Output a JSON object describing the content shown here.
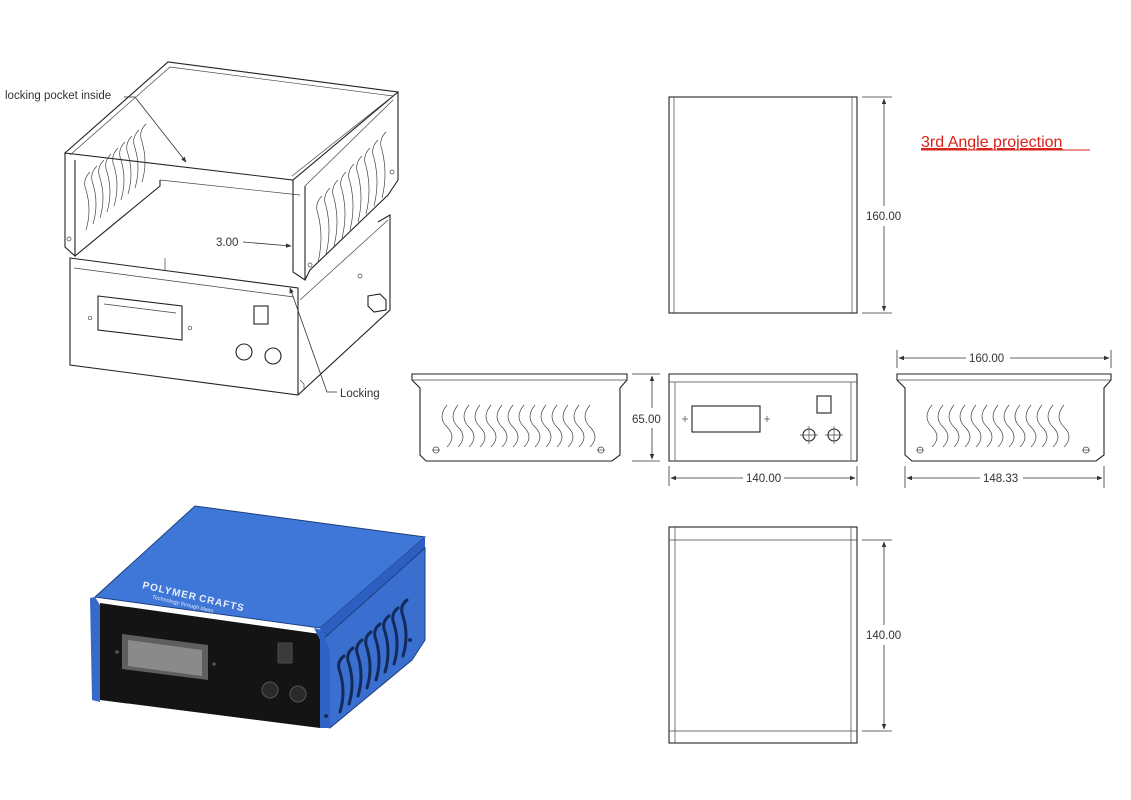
{
  "title": "3rd Angle projection",
  "callouts": {
    "pocket": "locking pocket inside",
    "locking": "Locking",
    "thickness": "3.00"
  },
  "dimensions": {
    "top_view_height": "160.00",
    "side_height": "65.00",
    "front_width": "140.00",
    "right_width_top": "160.00",
    "right_width_bottom": "148.33",
    "bottom_view_height": "140.00"
  },
  "logo": {
    "line1": "POLYMER",
    "line2": "CRAFTS",
    "tagline": "Technology through ideas"
  },
  "colors": {
    "title": "#d9241c",
    "shell_blue": "#3f77d8",
    "panel_black": "#141414"
  }
}
